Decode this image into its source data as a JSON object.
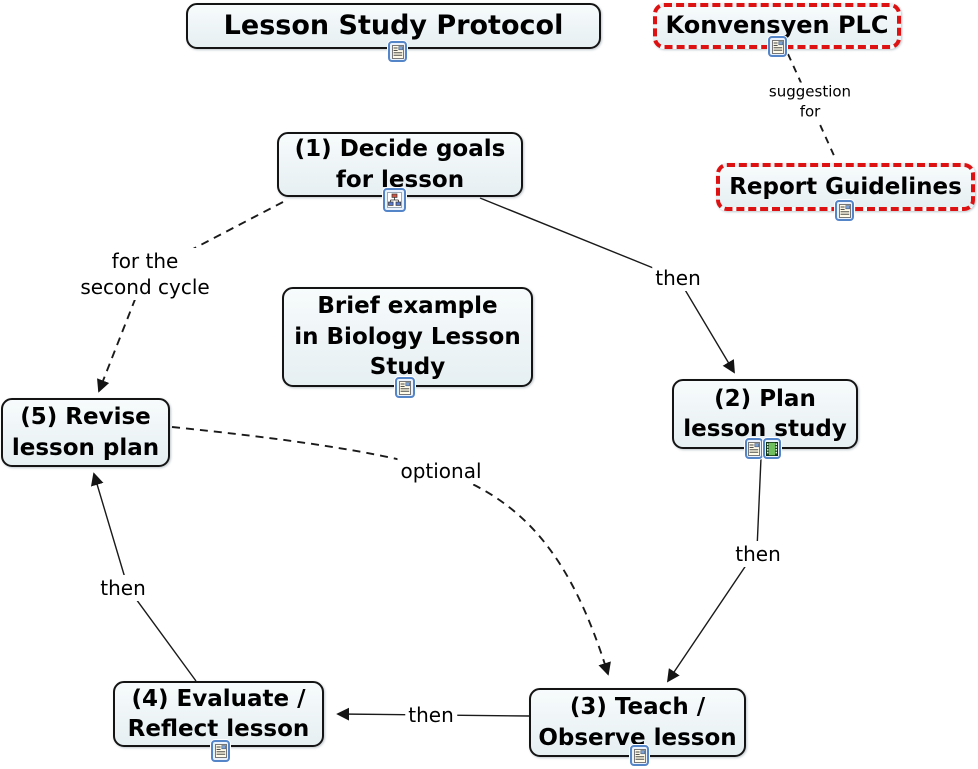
{
  "diagram": {
    "title": "Lesson Study Protocol",
    "type": "concept-map"
  },
  "colors": {
    "node_fill": "#e9f1f3",
    "node_border": "#141414",
    "highlight_border": "#dd1111",
    "icon_border": "#5585c9",
    "line": "#1a1a1a",
    "text": "#000000"
  },
  "concepts": [
    {
      "name": "lesson-study-protocol",
      "lines": [
        "Lesson Study Protocol"
      ],
      "style": "normal",
      "icons": [
        "document"
      ]
    },
    {
      "name": "konvensyen-plc",
      "lines": [
        "Konvensyen PLC"
      ],
      "style": "highlight",
      "icons": [
        "document"
      ]
    },
    {
      "name": "report-guidelines",
      "lines": [
        "Report Guidelines"
      ],
      "style": "highlight",
      "icons": [
        "document"
      ]
    },
    {
      "name": "decide-goals",
      "lines": [
        "(1) Decide goals",
        "for lesson"
      ],
      "style": "normal",
      "icons": [
        "concept-map"
      ]
    },
    {
      "name": "brief-example",
      "lines": [
        "Brief example",
        "in Biology Lesson",
        "Study"
      ],
      "style": "normal",
      "icons": [
        "document"
      ]
    },
    {
      "name": "plan-lesson-study",
      "lines": [
        "(2) Plan",
        "lesson study"
      ],
      "style": "normal",
      "icons": [
        "document",
        "video"
      ]
    },
    {
      "name": "teach-observe",
      "lines": [
        "(3) Teach /",
        "Observe lesson"
      ],
      "style": "normal",
      "icons": [
        "document"
      ]
    },
    {
      "name": "evaluate-reflect",
      "lines": [
        "(4) Evaluate /",
        "Reflect lesson"
      ],
      "style": "normal",
      "icons": [
        "document"
      ]
    },
    {
      "name": "revise-lesson-plan",
      "lines": [
        "(5) Revise",
        "lesson plan"
      ],
      "style": "normal",
      "icons": []
    }
  ],
  "link_labels": [
    {
      "name": "then-decide-to-plan",
      "lines": [
        "then"
      ]
    },
    {
      "name": "then-plan-to-teach",
      "lines": [
        "then"
      ]
    },
    {
      "name": "then-teach-to-evaluate",
      "lines": [
        "then"
      ]
    },
    {
      "name": "then-evaluate-to-revise",
      "lines": [
        "then"
      ]
    },
    {
      "name": "for-the-second-cycle",
      "lines": [
        "for the",
        "second cycle"
      ]
    },
    {
      "name": "optional",
      "lines": [
        "optional"
      ]
    },
    {
      "name": "suggestion-for",
      "lines": [
        "suggestion",
        "for"
      ]
    }
  ]
}
